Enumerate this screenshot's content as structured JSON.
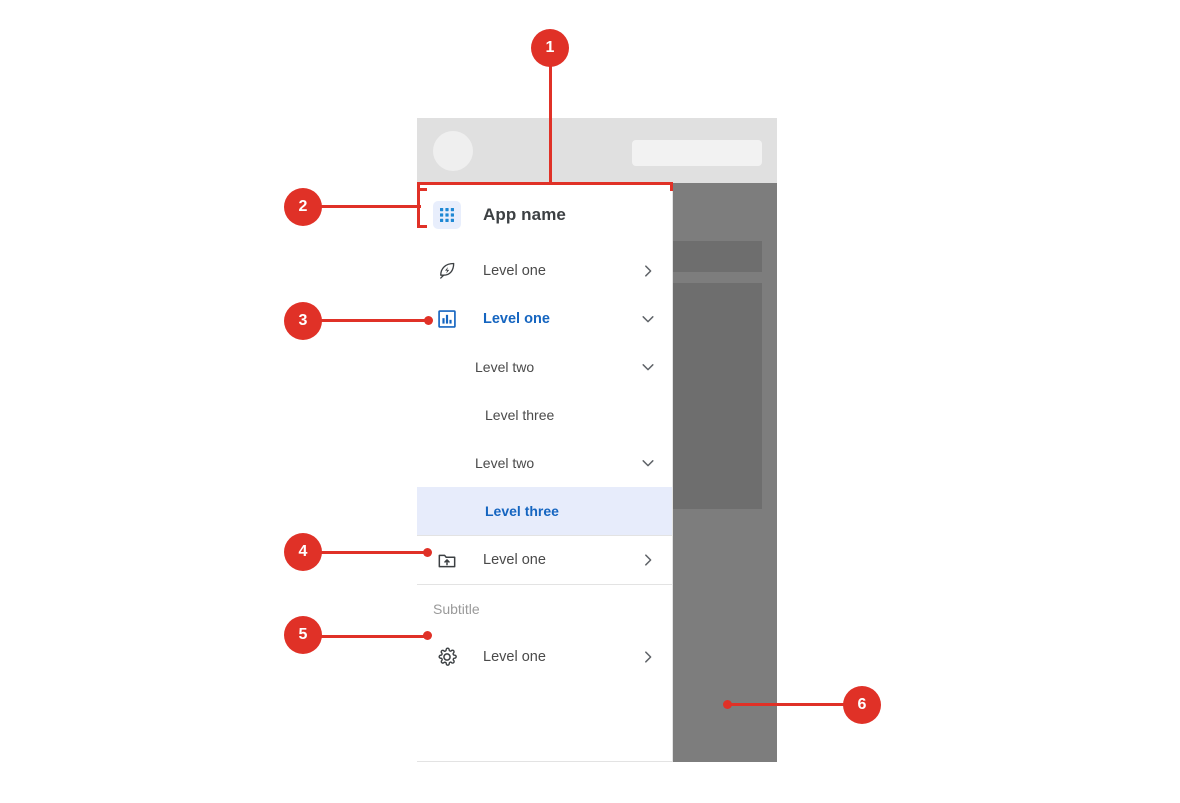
{
  "app": {
    "name": "App name",
    "app_icon": "grid-apps-icon"
  },
  "topbar": {
    "avatar": "avatar-placeholder",
    "field": "search-field-placeholder"
  },
  "nav_items": [
    {
      "id": "level-one-eco",
      "label": "Level one",
      "level": 1,
      "icon": "eco-leaf-bolt-icon",
      "arrow": "chevron-right",
      "state": "default"
    },
    {
      "id": "level-one-reports",
      "label": "Level one",
      "level": 1,
      "icon": "bar-chart-icon",
      "arrow": "chevron-down",
      "state": "active"
    },
    {
      "id": "level-two-a",
      "label": "Level two",
      "level": 2,
      "icon": null,
      "arrow": "chevron-down",
      "state": "default"
    },
    {
      "id": "level-three-a",
      "label": "Level three",
      "level": 3,
      "icon": null,
      "arrow": null,
      "state": "default"
    },
    {
      "id": "level-two-b",
      "label": "Level two",
      "level": 2,
      "icon": null,
      "arrow": "chevron-down",
      "state": "default"
    },
    {
      "id": "level-three-b",
      "label": "Level three",
      "level": 3,
      "icon": null,
      "arrow": null,
      "state": "selected"
    },
    {
      "id": "level-one-folder",
      "label": "Level one",
      "level": 1,
      "icon": "folder-upload-icon",
      "arrow": "chevron-right",
      "state": "default"
    },
    {
      "id": "level-one-settings",
      "label": "Level one",
      "level": 1,
      "icon": "gear-settings-icon",
      "arrow": "chevron-right",
      "state": "default"
    }
  ],
  "subtitle": "Subtitle",
  "callouts": [
    {
      "number": "1",
      "target": "drawer-width-span"
    },
    {
      "number": "2",
      "target": "app-header-region"
    },
    {
      "number": "3",
      "target": "active-level-one-item"
    },
    {
      "number": "4",
      "target": "nav-divider"
    },
    {
      "number": "5",
      "target": "subtitle-label"
    },
    {
      "number": "6",
      "target": "scrim-overlay"
    }
  ],
  "colors": {
    "accent_blue": "#1565c0",
    "selected_row_bg": "#e7ecfb",
    "annotation_red": "#e03127",
    "topbar_gray": "#e0e0e0",
    "scrim_gray": "#7d7d7d",
    "scrim_block_gray": "#6e6e6e",
    "divider_gray": "#e3e3e3",
    "text_gray": "#4a4a4a",
    "subtitle_gray": "#9a9a9a",
    "app_icon_bg": "#e8eefc"
  }
}
